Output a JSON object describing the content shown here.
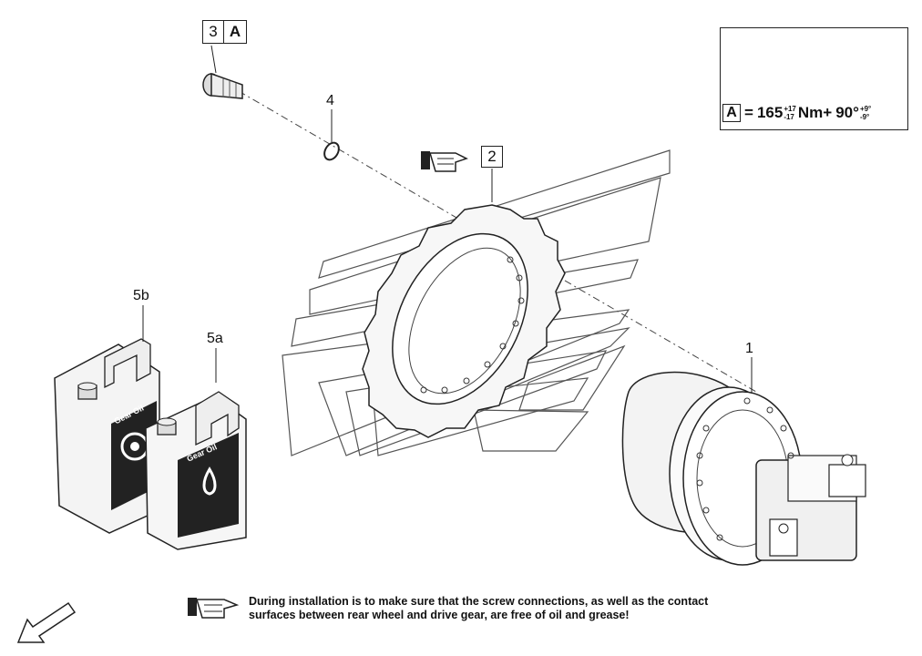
{
  "callouts": {
    "item_3": "3",
    "item_3_letter": "A",
    "item_4": "4",
    "item_2": "2",
    "item_1": "1",
    "item_5b": "5b",
    "item_5a": "5a"
  },
  "torque_spec": {
    "letter": "A",
    "equals": "=",
    "value": "165",
    "value_tol_upper": "+17",
    "value_tol_lower": "-17",
    "unit": "Nm+",
    "angle": "90°",
    "angle_tol_upper": "+9°",
    "angle_tol_lower": "-9°"
  },
  "containers": {
    "large_label": "Gear Oil",
    "small_label": "Gear Oil"
  },
  "note": {
    "text": "During installation is to make sure that the screw connections, as well as the contact surfaces between rear wheel and drive gear, are free of oil and grease!"
  },
  "icons": [
    "pointing-hand-icon",
    "wrench-hand-icon",
    "direction-arrow-icon",
    "gear-icon",
    "oil-drop-icon"
  ]
}
